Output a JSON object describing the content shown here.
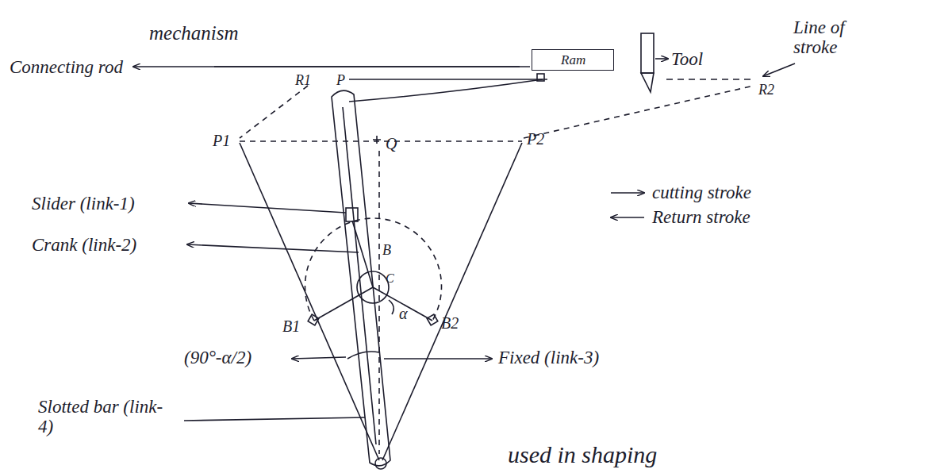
{
  "diagram": {
    "nodes": [
      {
        "text": [
          "Ram"
        ]
      }
    ],
    "labels": [
      "mechanism",
      "Connecting rod",
      "Tool",
      "Line of stroke",
      "R1",
      "R2",
      "P",
      "P1",
      "P2",
      "Q",
      "Slider (link-1)",
      "Crank (link-2)",
      "B",
      "C",
      "B1",
      "B2",
      "α",
      "(90°-α/2)",
      "Fixed (link-3)",
      "Slotted bar (link-4)",
      "cutting stroke",
      "Return stroke",
      "used in shaping"
    ]
  }
}
